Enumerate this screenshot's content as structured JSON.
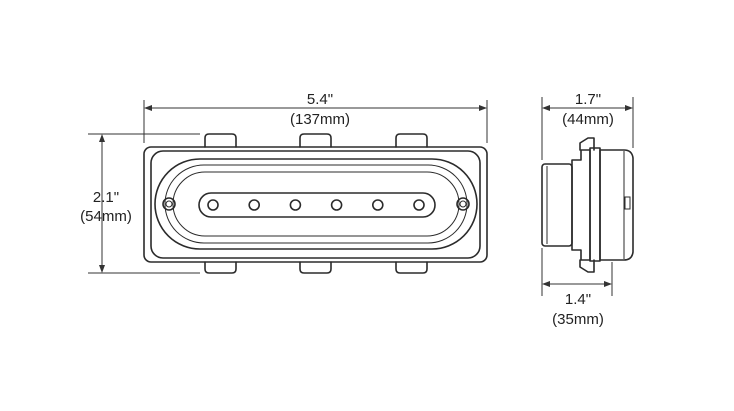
{
  "dimensions": {
    "length": {
      "inches": "5.4\"",
      "mm": "(137mm)"
    },
    "height": {
      "inches": "2.1\"",
      "mm": "(54mm)"
    },
    "depth_overall": {
      "inches": "1.7\"",
      "mm": "(44mm)"
    },
    "depth_body": {
      "inches": "1.4\"",
      "mm": "(35mm)"
    }
  },
  "front_view": {
    "led_count": 6
  }
}
